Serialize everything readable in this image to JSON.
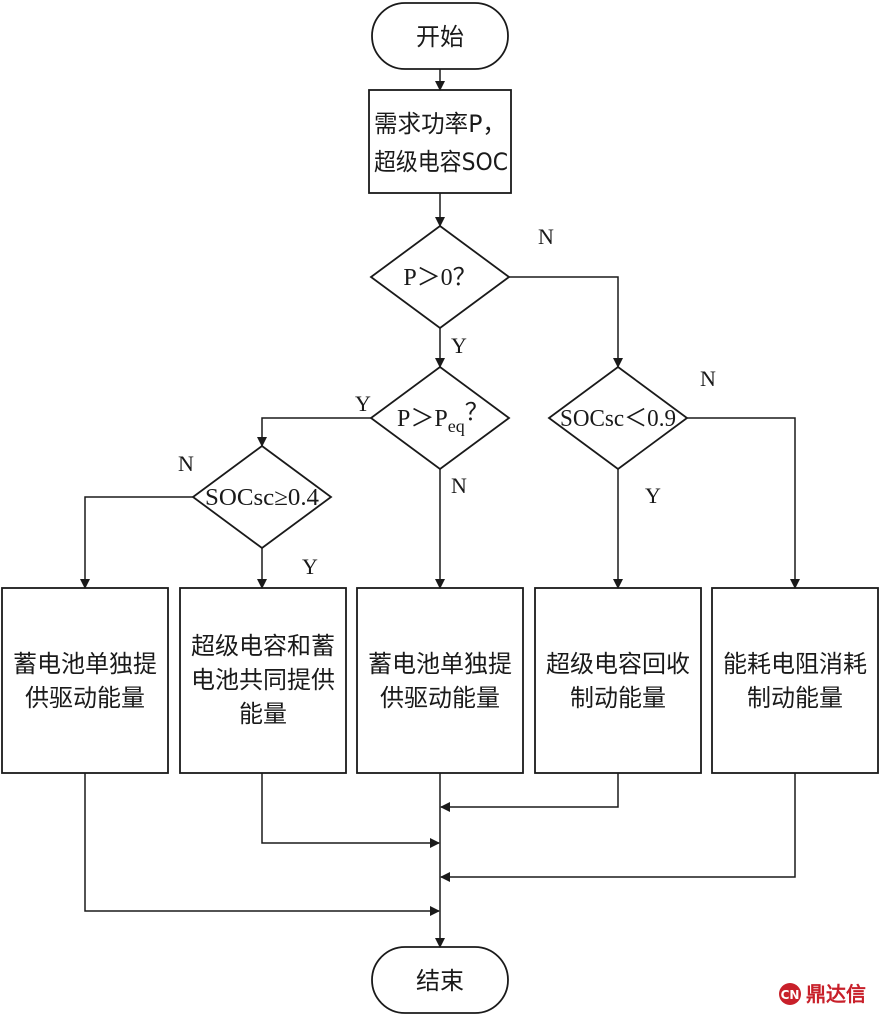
{
  "start": "开始",
  "end": "结束",
  "input": {
    "line1": "需求功率P，",
    "line2": "超级电容SOC"
  },
  "decisions": {
    "p_positive": "P＞0？",
    "p_peq": {
      "prefix": "P＞P",
      "sub": "eq",
      "suffix": "？"
    },
    "soc_low": "SOCsc≥0.4",
    "soc_high": "SOCsc＜0.9"
  },
  "boxes": {
    "battery_alone_left": [
      "蓄电池单独提",
      "供驱动能量"
    ],
    "sc_and_battery": [
      "超级电容和蓄",
      "电池共同提供",
      "能量"
    ],
    "battery_alone_mid": [
      "蓄电池单独提",
      "供驱动能量"
    ],
    "sc_recover": [
      "超级电容回收",
      "制动能量"
    ],
    "resistor": [
      "能耗电阻消耗",
      "制动能量"
    ]
  },
  "branch_labels": {
    "yes": "Y",
    "no": "N"
  },
  "watermark": {
    "text": "鼎达信",
    "logo": "cjk-logo-icon",
    "color": "#c8202a"
  }
}
